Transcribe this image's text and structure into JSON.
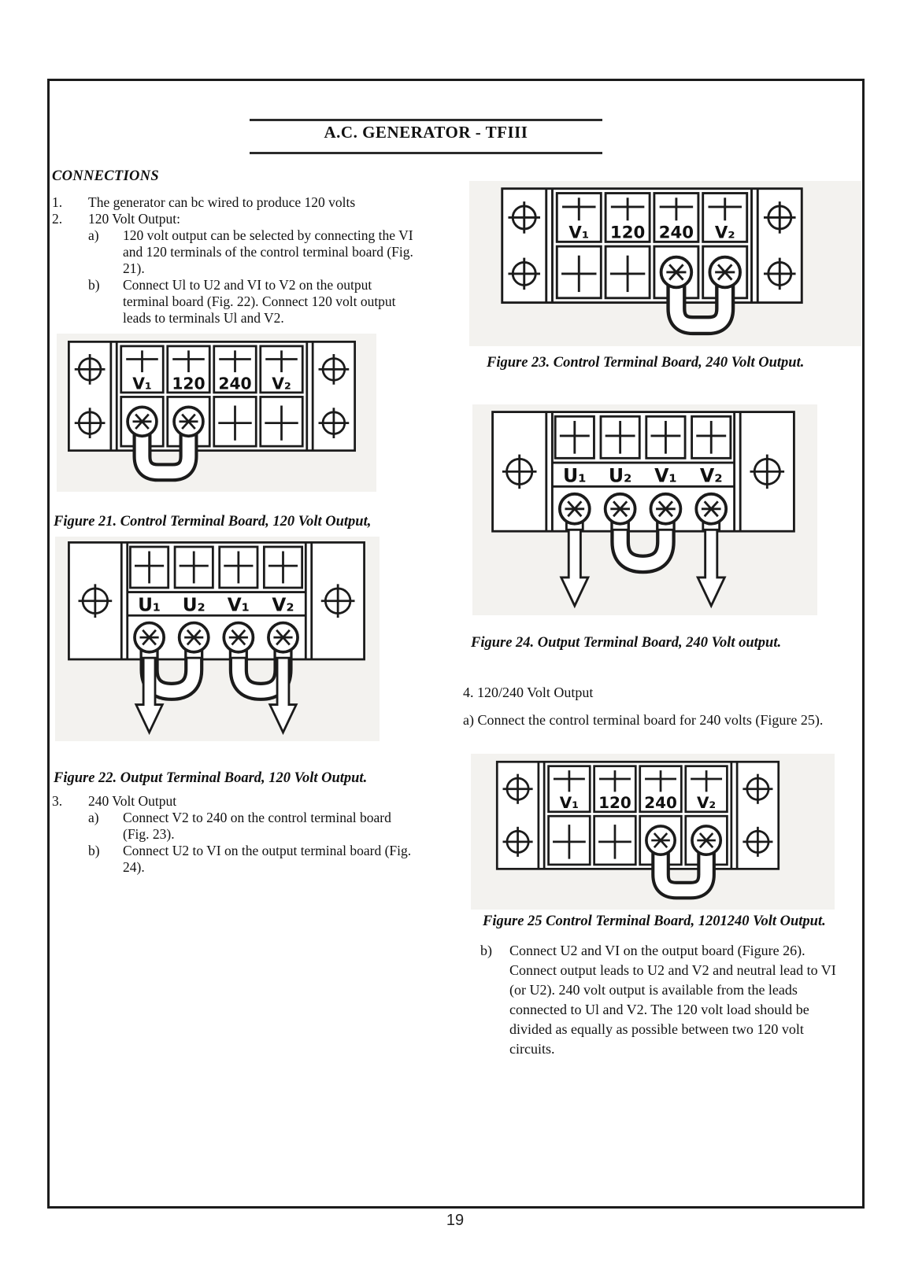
{
  "page": {
    "title": "A.C. GENERATOR - TFIII",
    "number": "19"
  },
  "connections": {
    "heading": "CONNECTIONS",
    "item1": {
      "num": "1.",
      "text": "The generator can bc wired to produce 120 volts"
    },
    "item2": {
      "num": "2.",
      "text": "120 Volt Output:"
    },
    "item2a": {
      "num": "a)",
      "text": "120 volt output can be selected by connecting the VI and 120 terminals of the control terminal board (Fig. 21)."
    },
    "item2b": {
      "num": "b)",
      "text": "Connect Ul to U2 and VI to V2 on the output terminal board (Fig. 22). Connect 120 volt output leads to terminals Ul and V2."
    },
    "item3": {
      "num": "3.",
      "text": "240 Volt Output"
    },
    "item3a": {
      "num": "a)",
      "text": "Connect V2 to 240 on the control terminal board (Fig. 23)."
    },
    "item3b": {
      "num": "b)",
      "text": "Connect U2 to VI on the output terminal board (Fig. 24)."
    },
    "item4": {
      "text": "4. 120/240 Volt Output"
    },
    "item4a": {
      "text": "a) Connect the control terminal board for 240 volts (Figure 25)."
    },
    "item4b": {
      "num": "b)",
      "text": "Connect U2 and VI on the output board (Figure 26). Connect output leads to U2 and V2 and neutral lead to VI (or U2). 240 volt output is available from the leads connected to Ul and V2. The 120 volt load should be divided as equally as possible between two 120 volt circuits."
    }
  },
  "figures": {
    "control_labels": [
      "V₁",
      "120",
      "240",
      "V₂"
    ],
    "output_labels": [
      "U₁",
      "U₂",
      "V₁",
      "V₂"
    ],
    "fig21_caption": "Figure 21. Control Terminal Board, 120 Volt Output,",
    "fig22_caption": "Figure 22. Output Terminal Board, 120 Volt Output.",
    "fig23_caption": "Figure 23. Control Terminal Board, 240 Volt Output.",
    "fig24_caption": "Figure 24. Output Terminal Board, 240 Volt output.",
    "fig25_caption": "Figure 25 Control Terminal Board, 1201240 Volt Output."
  }
}
